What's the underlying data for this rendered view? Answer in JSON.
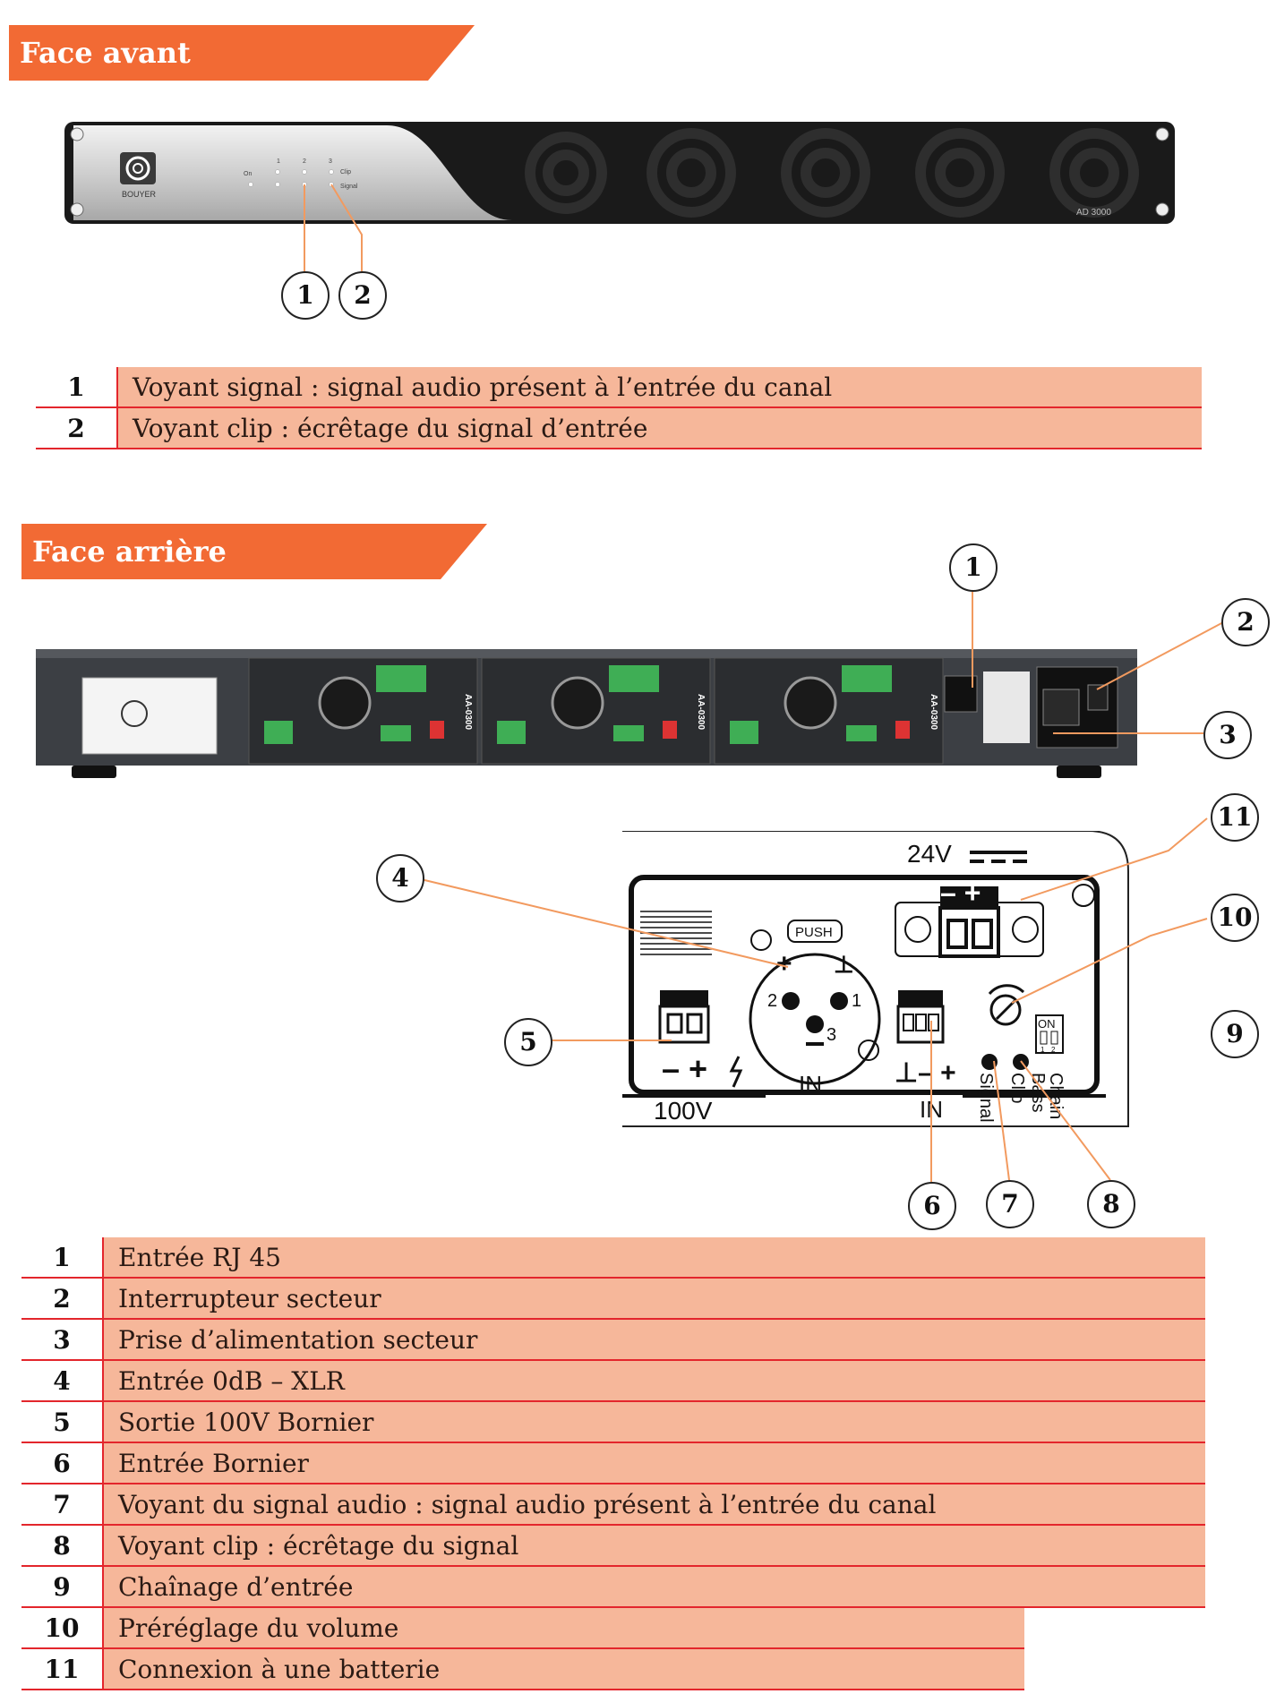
{
  "front": {
    "title": "Face avant",
    "brand": "BOUYER",
    "model": "AD 3000",
    "led_labels": {
      "on": "On",
      "clip": "Clip",
      "signal": "Signal",
      "ch1": "1",
      "ch2": "2",
      "ch3": "3"
    },
    "callouts": [
      "1",
      "2"
    ],
    "legend": [
      {
        "num": "1",
        "text": "Voyant signal  : signal audio présent à l’entrée du canal"
      },
      {
        "num": "2",
        "text": "Voyant clip : écrêtage du signal d’entrée"
      }
    ]
  },
  "rear": {
    "title": "Face arrière",
    "module_label": "AA-0300",
    "callouts": [
      "1",
      "2",
      "3",
      "4",
      "5",
      "6",
      "7",
      "8",
      "9",
      "10",
      "11"
    ],
    "legend": [
      {
        "num": "1",
        "text": "Entrée RJ 45"
      },
      {
        "num": "2",
        "text": "Interrupteur secteur"
      },
      {
        "num": "3",
        "text": "Prise d’alimentation secteur"
      },
      {
        "num": "4",
        "text": "Entrée 0dB – XLR"
      },
      {
        "num": "5",
        "text": "Sortie 100V Bornier"
      },
      {
        "num": "6",
        "text": "Entrée Bornier"
      },
      {
        "num": "7",
        "text": "Voyant du signal audio : signal audio présent à l’entrée du canal"
      },
      {
        "num": "8",
        "text": "Voyant clip : écrêtage du signal"
      },
      {
        "num": "9",
        "text": "Chaînage d’entrée"
      },
      {
        "num": "10",
        "text": "Préréglage du volume"
      },
      {
        "num": "11",
        "text": "Connexion à une batterie"
      }
    ]
  },
  "detail": {
    "v24": "24V",
    "push": "PUSH",
    "pin1": "1",
    "pin2": "2",
    "pin3": "3",
    "in_xlr": "IN",
    "in_bornier": "IN",
    "v100": "100V",
    "signal": "Signal",
    "clip": "Clip",
    "chain": "Chain",
    "bass": "Bass",
    "on": "ON",
    "dip1": "1",
    "dip2": "2"
  }
}
